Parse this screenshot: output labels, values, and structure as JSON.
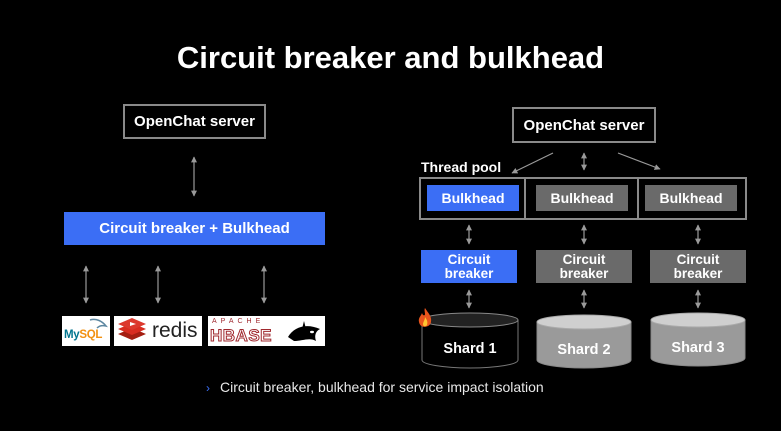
{
  "title": "Circuit breaker and bulkhead",
  "left": {
    "server": "OpenChat server",
    "circuit_breaker": "Circuit breaker + Bulkhead",
    "logos": {
      "mysql": "MySQL",
      "redis": "redis",
      "hbase_apache": "APACHE",
      "hbase": "HBASE"
    }
  },
  "right": {
    "server": "OpenChat server",
    "thread_pool": "Thread pool",
    "bulkheads": [
      "Bulkhead",
      "Bulkhead",
      "Bulkhead"
    ],
    "circuit_breakers": [
      "Circuit\nbreaker",
      "Circuit\nbreaker",
      "Circuit\nbreaker"
    ],
    "shards": [
      "Shard 1",
      "Shard 2",
      "Shard 3"
    ]
  },
  "footer": "Circuit breaker, bulkhead for service impact isolation",
  "colors": {
    "accent": "#3b6ef5",
    "inactive": "#6a6a6a",
    "shard": "#9a9a9a"
  }
}
